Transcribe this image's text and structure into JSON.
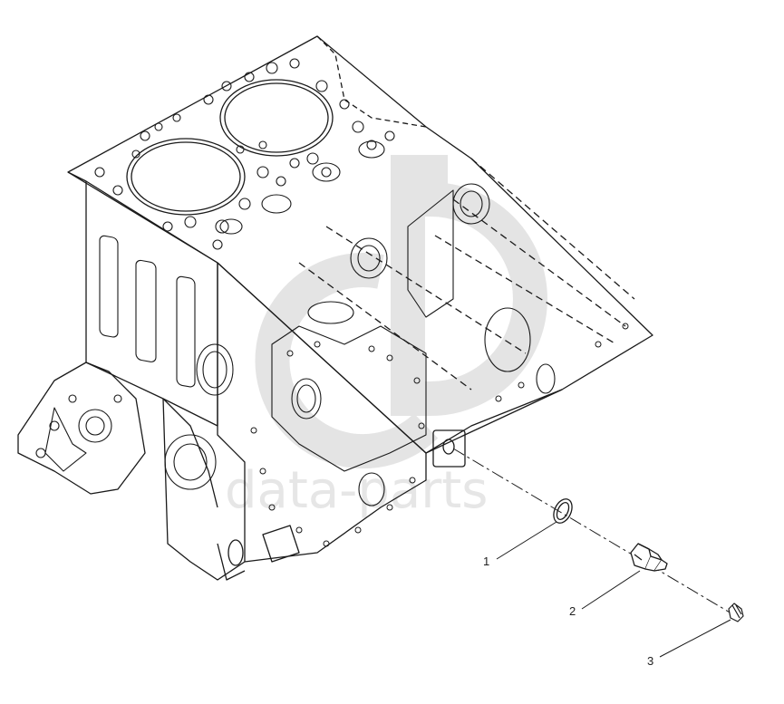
{
  "watermark": {
    "text": "data-parts",
    "color": "#e3e3e3"
  },
  "callouts": [
    {
      "id": "1",
      "label": "1"
    },
    {
      "id": "2",
      "label": "2"
    },
    {
      "id": "3",
      "label": "3"
    }
  ],
  "line_color": "#1a1a1a"
}
